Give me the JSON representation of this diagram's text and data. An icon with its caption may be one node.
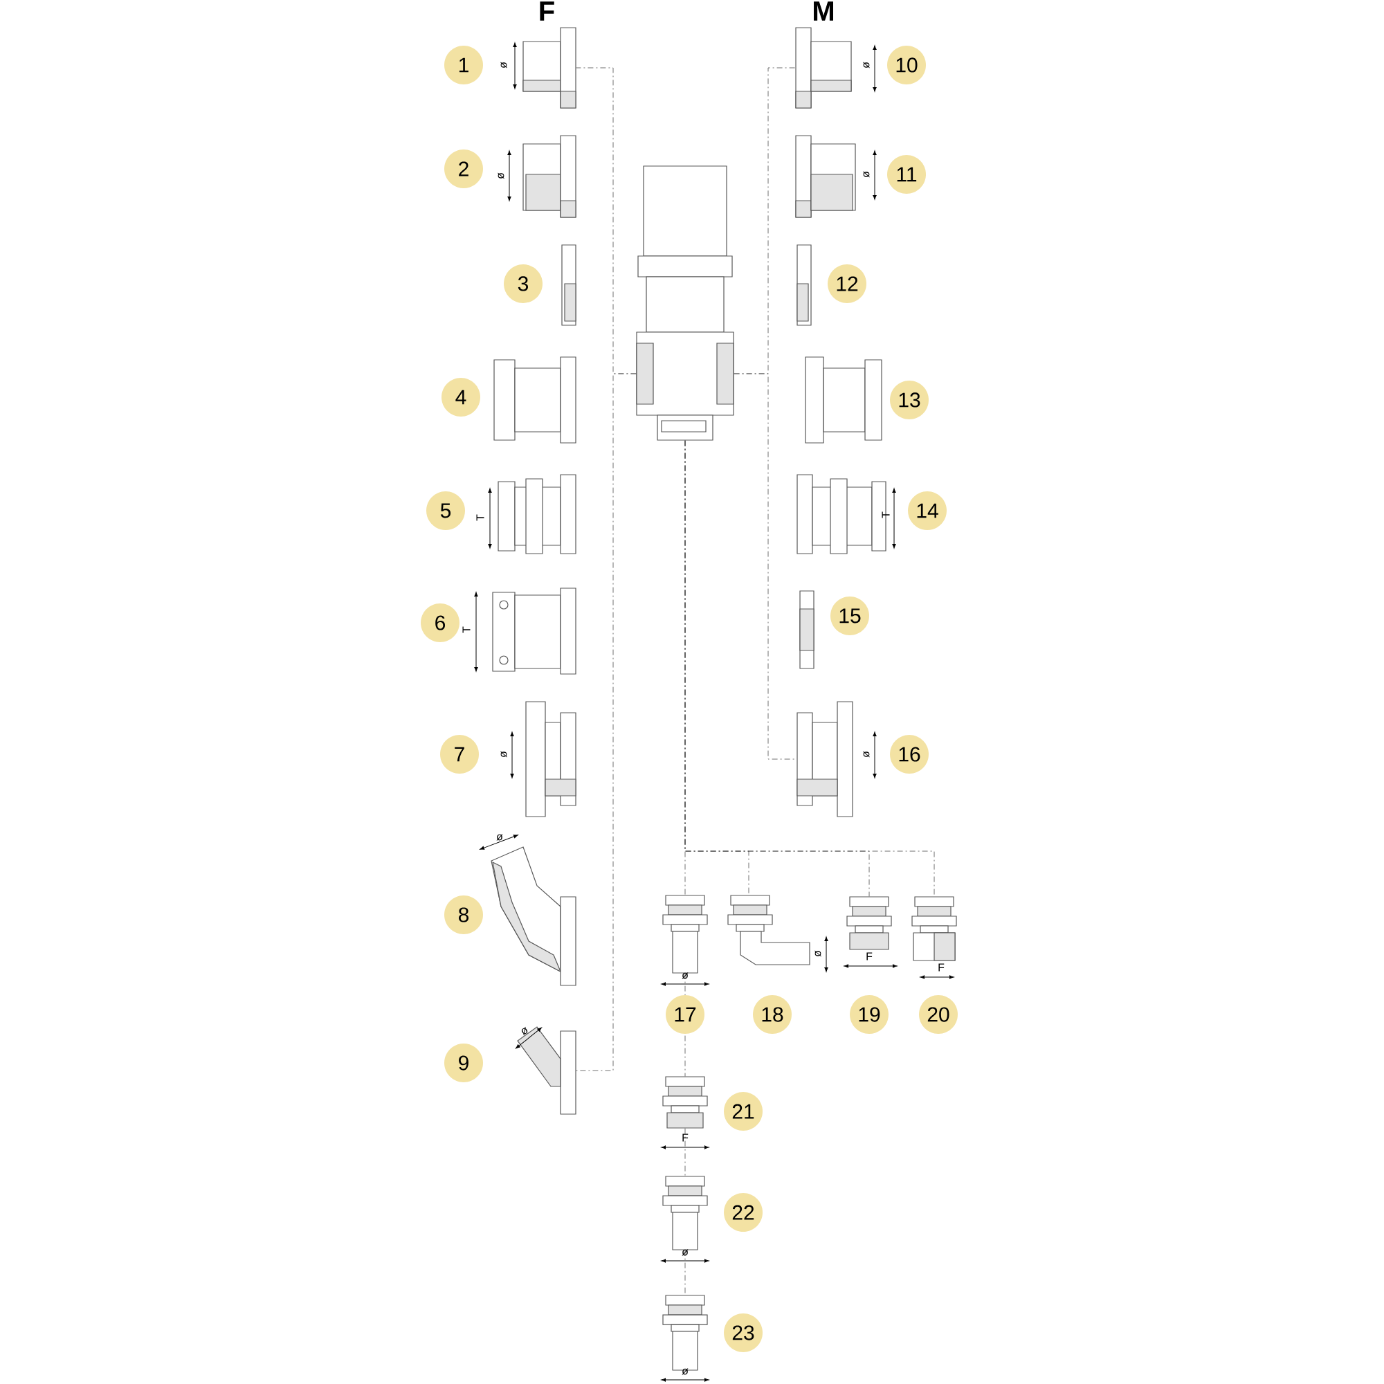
{
  "diagram": {
    "nodes": [
      {
        "text": [],
        "shape": "picture"
      },
      {
        "text": [],
        "shape": "picture"
      },
      {
        "text": [],
        "shape": "picture"
      },
      {
        "text": [],
        "shape": "picture"
      },
      {
        "text": [],
        "shape": "picture"
      },
      {
        "text": [],
        "shape": "picture"
      },
      {
        "text": [],
        "shape": "picture"
      },
      {
        "text": [],
        "shape": "picture"
      },
      {
        "text": [],
        "shape": "picture"
      },
      {
        "text": [],
        "shape": "picture"
      },
      {
        "text": [],
        "shape": "picture"
      },
      {
        "text": [],
        "shape": "picture"
      },
      {
        "text": [],
        "shape": "picture"
      },
      {
        "text": [],
        "shape": "picture"
      },
      {
        "text": [],
        "shape": "picture"
      },
      {
        "text": [],
        "shape": "picture"
      },
      {
        "text": [],
        "shape": "picture"
      },
      {
        "text": [],
        "shape": "picture"
      },
      {
        "text": [],
        "shape": "picture"
      },
      {
        "text": [],
        "shape": "picture"
      },
      {
        "text": [],
        "shape": "picture"
      },
      {
        "text": [],
        "shape": "picture"
      },
      {
        "text": [],
        "shape": "picture"
      },
      {
        "text": [],
        "shape": "picture"
      }
    ],
    "edges": [
      {
        "from": 23,
        "to": 0,
        "arrow": "none"
      },
      {
        "from": 23,
        "to": 8,
        "arrow": "none"
      },
      {
        "from": 23,
        "to": 9,
        "arrow": "none"
      },
      {
        "from": 23,
        "to": 15,
        "arrow": "none"
      },
      {
        "from": 23,
        "to": 16,
        "arrow": "none"
      },
      {
        "from": 23,
        "to": 17,
        "arrow": "none"
      },
      {
        "from": 23,
        "to": 18,
        "arrow": "none"
      },
      {
        "from": 23,
        "to": 19,
        "arrow": "none"
      },
      {
        "from": 16,
        "to": 20,
        "arrow": "none"
      },
      {
        "from": 20,
        "to": 21,
        "arrow": "none"
      },
      {
        "from": 21,
        "to": 22,
        "arrow": "none"
      }
    ],
    "labels": [
      "F",
      "M",
      "1",
      "ø",
      "2",
      "ø",
      "3",
      "4",
      "5",
      "T",
      "6",
      "T",
      "7",
      "ø",
      "8",
      "ø",
      "9",
      "ø",
      "10",
      "ø",
      "11",
      "ø",
      "12",
      "13",
      "14",
      "T",
      "15",
      "16",
      "ø",
      "17",
      "ø",
      "18",
      "ø",
      "19",
      "F",
      "20",
      "F",
      "21",
      "F",
      "22",
      "ø",
      "23",
      "ø"
    ]
  }
}
